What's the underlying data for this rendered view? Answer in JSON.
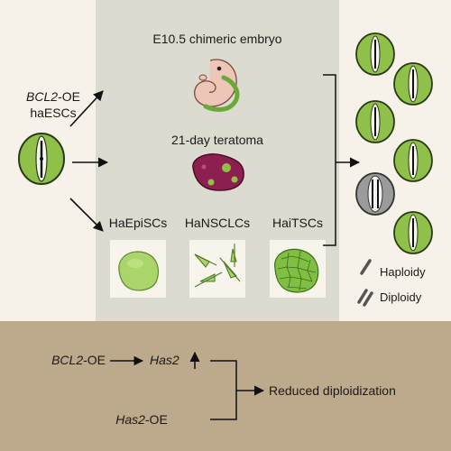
{
  "colors": {
    "top_bg": "#f7f2e9",
    "center_panel": "#dcdbcf",
    "bottom_panel": "#bda98c",
    "cell_green": "#8fc14a",
    "cell_gray": "#9b9b9b",
    "teratoma": "#8c1f4f",
    "embryo_skin": "#eec6b8",
    "arrow": "#111111"
  },
  "source": {
    "gene_label": "BCL2",
    "suffix": "-OE",
    "cell_label": "haESCs"
  },
  "outcomes": {
    "embryo_label": "E10.5 chimeric embryo",
    "teratoma_label": "21-day teratoma",
    "derived": [
      "HaEpiSCs",
      "HaNSCLCs",
      "HaiTSCs"
    ]
  },
  "legend": {
    "haploidy": "Haploidy",
    "diploidy": "Diploidy"
  },
  "mechanism": {
    "bcl2_gene": "BCL2",
    "bcl2_suffix": "-OE",
    "has2_gene": "Has2",
    "up_arrow": "↑",
    "has2_oe_gene": "Has2",
    "has2_oe_suffix": "-OE",
    "result": "Reduced diploidization"
  },
  "icons": [
    "haploid-cell-icon",
    "diploid-cell-icon",
    "embryo-icon",
    "teratoma-icon",
    "epi-colony-icon",
    "neural-cells-icon",
    "trophoblast-colony-icon",
    "chromosome-icon"
  ]
}
